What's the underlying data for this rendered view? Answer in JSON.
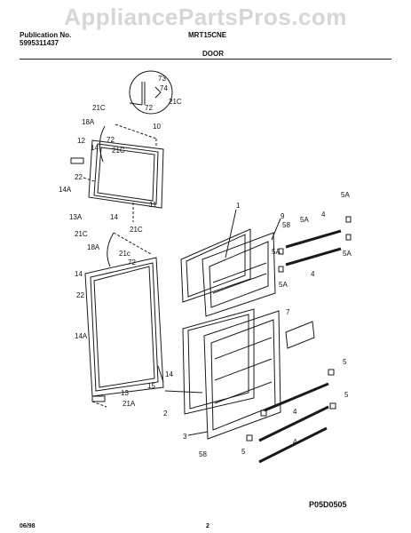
{
  "watermark": "AppliancePartsPros.com",
  "header": {
    "publication_label": "Publication No.",
    "publication_number": "5995311437",
    "model": "MRT15CNE",
    "section": "DOOR"
  },
  "figure_code": "P05D0505",
  "footer": {
    "date": "06/98",
    "page": "2"
  },
  "part_labels": {
    "p73": "73",
    "p74": "74",
    "p72a": "72",
    "p21c_mag": "21C",
    "p21c_a": "21C",
    "p18a_a": "18A",
    "p72b": "72",
    "p10": "10",
    "p12": "12",
    "p14_a": "14",
    "p21c_b": "21C",
    "p22_a": "22",
    "p14a_a": "14A",
    "p11": "11",
    "p13a": "13A",
    "p14_b": "14",
    "p21c_c": "21C",
    "p21c_d": "21C",
    "p18a_b": "18A",
    "p21c_lc": "21c",
    "p72c": "72",
    "p14_c": "14",
    "p22_b": "22",
    "p14a_b": "14A",
    "p15": "15",
    "p14_d": "14",
    "p13": "13",
    "p21a": "21A",
    "p1": "1",
    "p9": "9",
    "p58_a": "58",
    "p5a_a": "5A",
    "p4_a": "4",
    "p5a_b": "5A",
    "p5a_c": "5A",
    "p4_b": "4",
    "p5a_d": "5A",
    "p7": "7",
    "p2": "2",
    "p3": "3",
    "p5_a": "5",
    "p4_c": "4",
    "p5_b": "5",
    "p4_d": "4",
    "p5_c": "5",
    "p58_b": "58"
  },
  "colors": {
    "line": "#1a1a1a",
    "watermark": "#d6d6d6"
  }
}
